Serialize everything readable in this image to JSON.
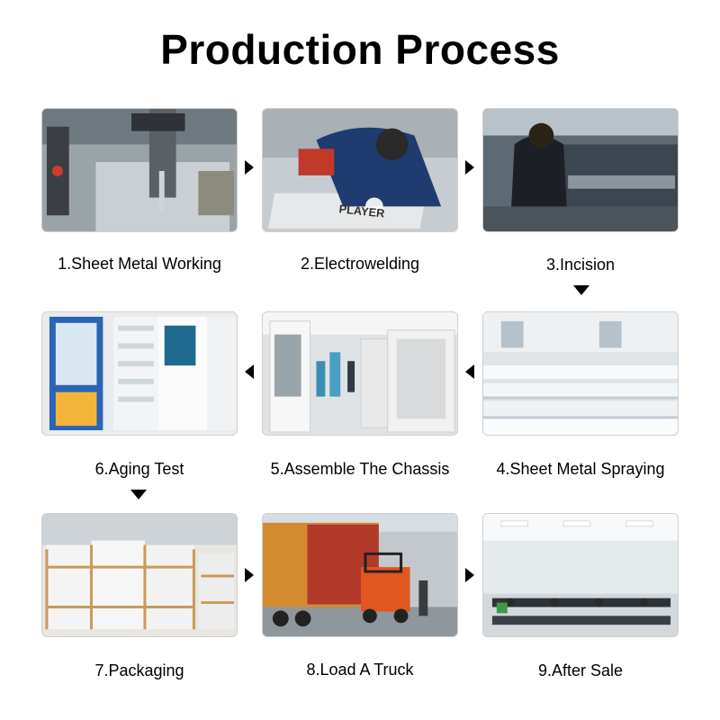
{
  "title": "Production Process",
  "steps": [
    {
      "label": "1.Sheet Metal Working"
    },
    {
      "label": "2.Electrowelding"
    },
    {
      "label": "3.Incision"
    },
    {
      "label": "4.Sheet Metal Spraying"
    },
    {
      "label": "5.Assemble The Chassis"
    },
    {
      "label": "6.Aging Test"
    },
    {
      "label": "7.Packaging"
    },
    {
      "label": "8.Load A Truck"
    },
    {
      "label": "9.After Sale"
    }
  ],
  "photo_text": {
    "welding_sign": "PLAYER"
  },
  "arrow_color": "#000000"
}
